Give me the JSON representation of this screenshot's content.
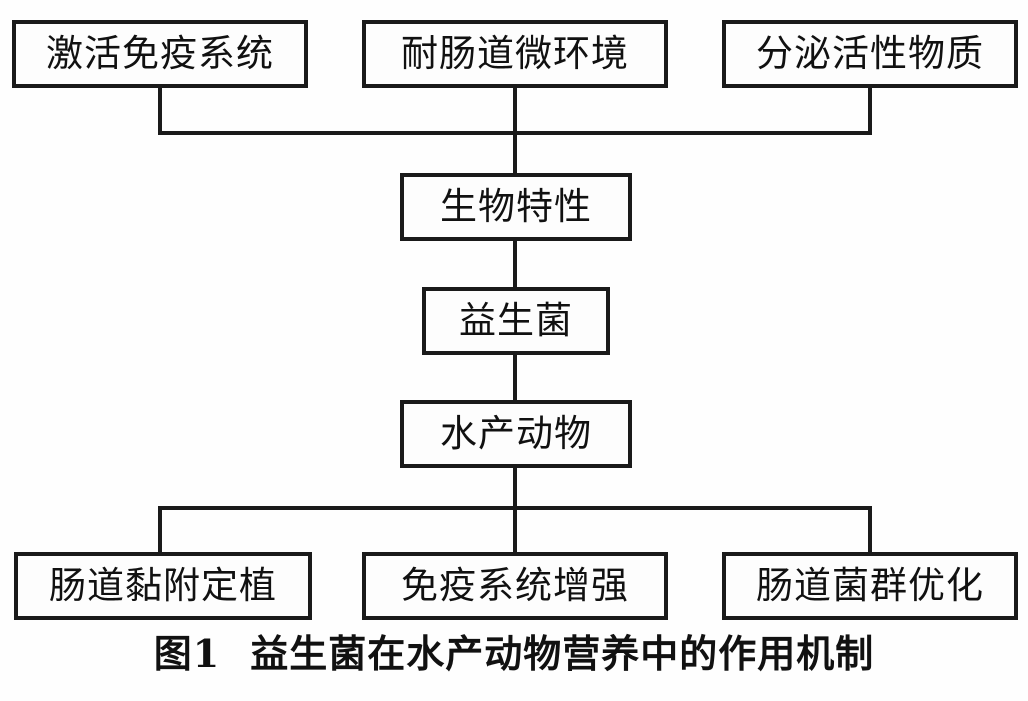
{
  "figure": {
    "caption_number": "图1",
    "caption_title": "益生菌在水产动物营养中的作用机制",
    "colors": {
      "line": "#1a1a1a",
      "box_fill": "#fdfdfd",
      "text": "#111111",
      "background": "#fefefe"
    }
  },
  "chart_data": {
    "type": "diagram",
    "title": "益生菌在水产动物营养中的作用机制",
    "nodes": [
      {
        "id": "top-left",
        "label": "激活免疫系统",
        "row": "top"
      },
      {
        "id": "top-mid",
        "label": "耐肠道微环境",
        "row": "top"
      },
      {
        "id": "top-right",
        "label": "分泌活性物质",
        "row": "top"
      },
      {
        "id": "traits",
        "label": "生物特性",
        "row": "middle"
      },
      {
        "id": "probiotic",
        "label": "益生菌",
        "row": "middle"
      },
      {
        "id": "animal",
        "label": "水产动物",
        "row": "middle"
      },
      {
        "id": "bot-left",
        "label": "肠道黏附定植",
        "row": "bottom"
      },
      {
        "id": "bot-mid",
        "label": "免疫系统增强",
        "row": "bottom"
      },
      {
        "id": "bot-right",
        "label": "肠道菌群优化",
        "row": "bottom"
      }
    ],
    "edges": [
      {
        "from": "top-left",
        "to": "traits"
      },
      {
        "from": "top-mid",
        "to": "traits"
      },
      {
        "from": "top-right",
        "to": "traits"
      },
      {
        "from": "traits",
        "to": "probiotic"
      },
      {
        "from": "probiotic",
        "to": "animal"
      },
      {
        "from": "animal",
        "to": "bot-left"
      },
      {
        "from": "animal",
        "to": "bot-mid"
      },
      {
        "from": "animal",
        "to": "bot-right"
      }
    ]
  }
}
